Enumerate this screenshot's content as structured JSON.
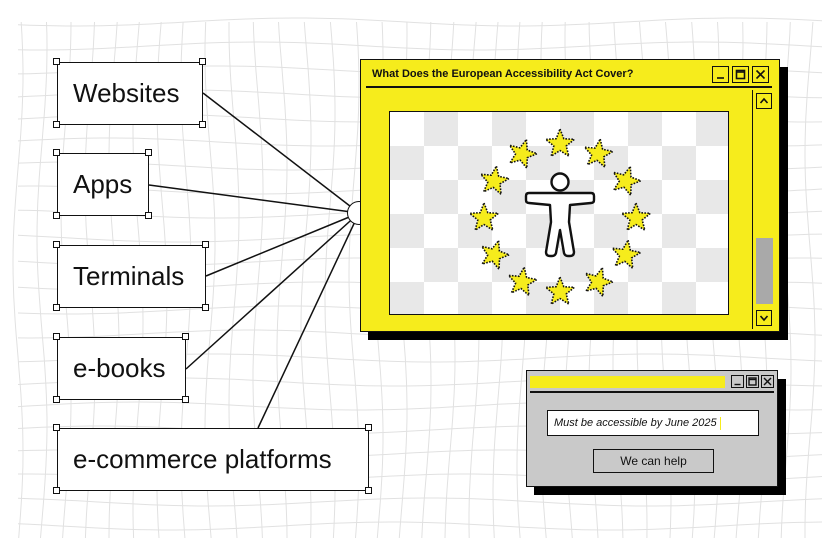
{
  "labels": [
    {
      "name": "websites",
      "text": "Websites"
    },
    {
      "name": "apps",
      "text": "Apps"
    },
    {
      "name": "terminals",
      "text": "Terminals"
    },
    {
      "name": "e-books",
      "text": "e-books"
    },
    {
      "name": "e-commerce",
      "text": "e-commerce platforms"
    }
  ],
  "main_window": {
    "title": "What Does the European Accessibility Act Cover?",
    "icon": "accessibility-person-icon",
    "stars": 12
  },
  "popup": {
    "input_value": "Must be accessible by June 2025",
    "button_label": "We can help"
  },
  "colors": {
    "accent": "#f6ec1c",
    "popup_bg": "#c9c9c9",
    "scroll_thumb": "#a9a9a9",
    "checker": "#e8e8e8",
    "stroke": "#111111"
  }
}
